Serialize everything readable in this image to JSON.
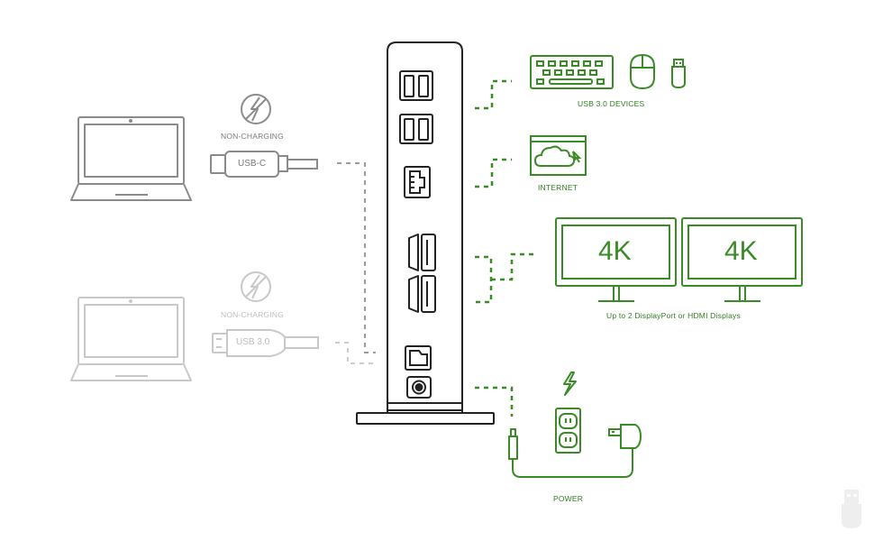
{
  "colors": {
    "green": "#3a8a26",
    "gray": "#7a7a7a",
    "light_gray": "#c4c4c4",
    "dock": "#222222"
  },
  "laptop_1": {
    "charging_status": "NON-CHARGING",
    "cable_label": "USB-C",
    "icon": "non-charging-icon"
  },
  "laptop_2": {
    "charging_status": "NON-CHARGING",
    "cable_label": "USB 3.0",
    "icon": "non-charging-icon"
  },
  "outputs": {
    "usb_devices": {
      "label": "USB 3.0 DEVICES",
      "icons": [
        "keyboard-icon",
        "mouse-icon",
        "usb-drive-icon"
      ]
    },
    "internet": {
      "label": "INTERNET",
      "icons": [
        "browser-cloud-icon"
      ]
    },
    "displays": {
      "label": "Up to 2 DisplayPort or HDMI Displays",
      "monitors": [
        "4K",
        "4K"
      ]
    },
    "power": {
      "label": "POWER",
      "icons": [
        "lightning-icon",
        "wall-outlet-icon",
        "power-adapter-icon"
      ]
    }
  },
  "dock_ports": [
    "usb-a-pair",
    "usb-a-pair",
    "ethernet",
    "hdmi-displayport",
    "hdmi-displayport",
    "upstream-usb",
    "dc-power-in"
  ]
}
